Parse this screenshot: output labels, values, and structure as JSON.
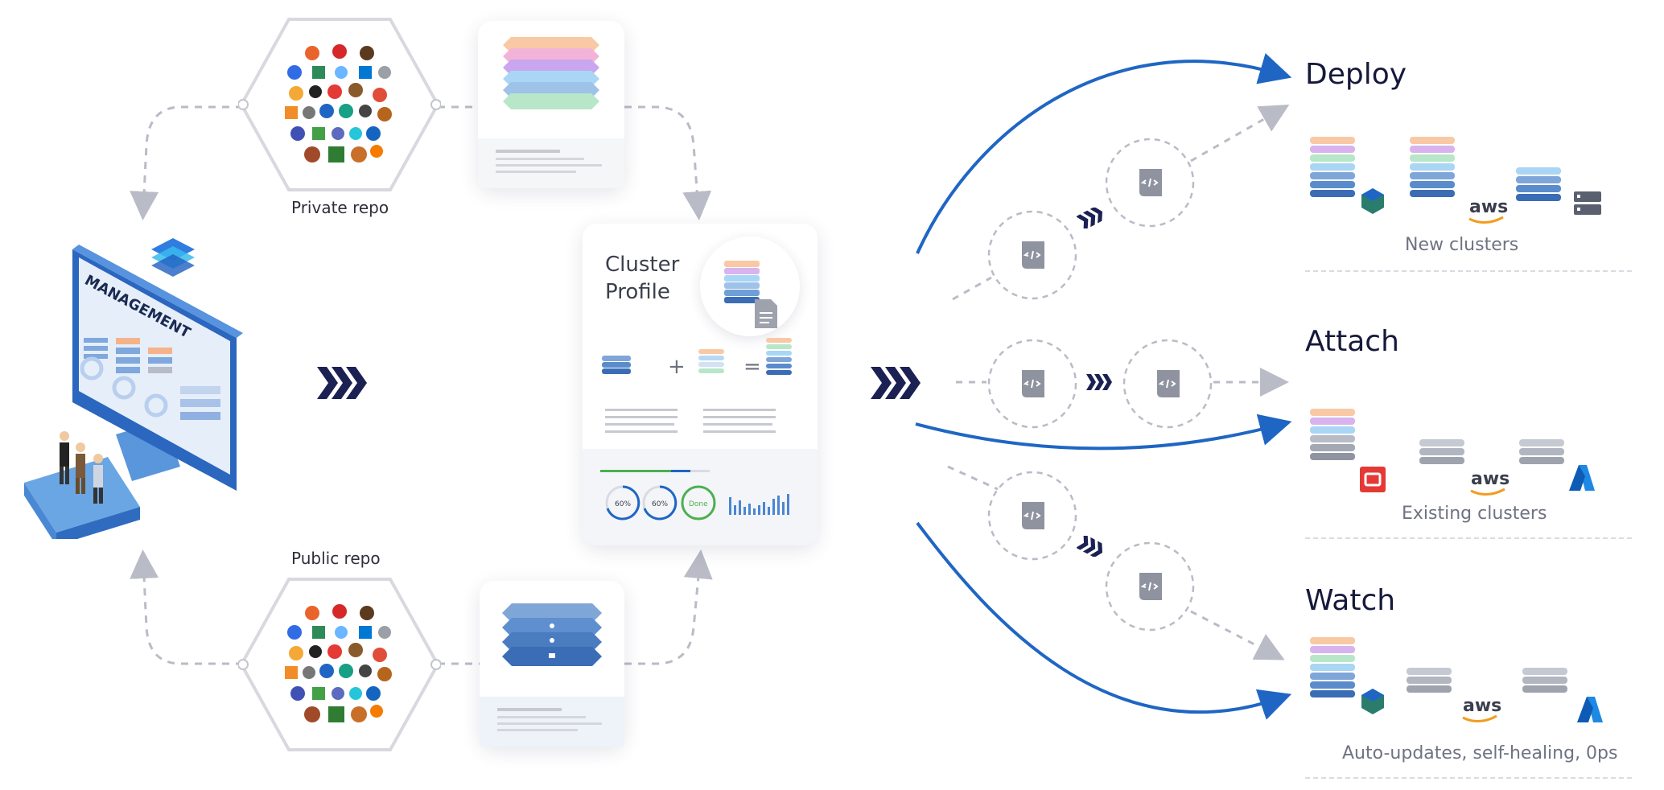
{
  "repos": {
    "private_label": "Private repo",
    "public_label": "Public repo"
  },
  "management": {
    "screen_text": "MANAGEMENT"
  },
  "profile": {
    "title_line1": "Cluster",
    "title_line2": "Profile",
    "plus": "+",
    "equals": "=",
    "gauge1": "60%",
    "gauge2": "60%",
    "done": "Done"
  },
  "sections": [
    {
      "heading": "Deploy",
      "caption": "New clusters"
    },
    {
      "heading": "Attach",
      "caption": "Existing clusters"
    },
    {
      "heading": "Watch",
      "caption": "Auto-updates, self-healing, 0ps"
    }
  ],
  "brands": {
    "aws": "aws"
  },
  "colors": {
    "accent_blue": "#1f66c4",
    "navy": "#1b2152",
    "dashed_gray": "#b9bcc6",
    "openshift_red": "#e53935",
    "azure_blue": "#1e88e5"
  },
  "icons": [
    "code-scroll-icon",
    "chevron-triple-icon",
    "stack-icon",
    "server-icon",
    "aws-logo-icon",
    "openshift-logo-icon",
    "azure-logo-icon",
    "document-icon",
    "spectro-logo-icon"
  ]
}
